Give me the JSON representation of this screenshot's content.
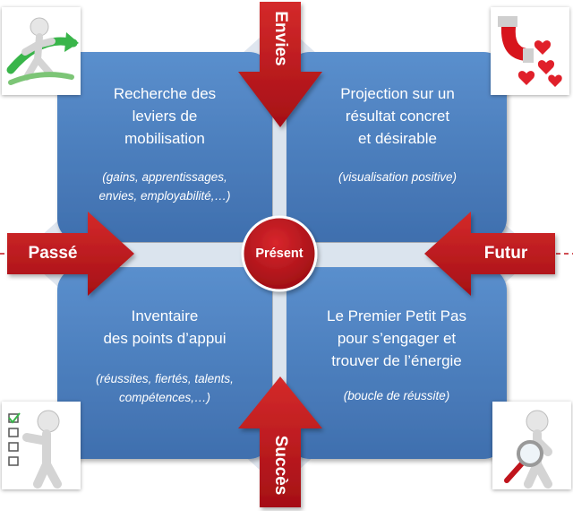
{
  "quadrants": {
    "top_left": {
      "main": "Recherche des\nleviers de\nmobilisation",
      "sub": "(gains, apprentissages,\nenvies, employabilité,…)"
    },
    "top_right": {
      "main": "Projection sur un\nrésultat concret\net désirable",
      "sub": "(visualisation positive)"
    },
    "bottom_left": {
      "main": "Inventaire\ndes points d’appui",
      "sub": "(réussites, fiertés, talents,\ncompétences,…)"
    },
    "bottom_right": {
      "main": "Le Premier Petit Pas\npour s’engager et\ntrouver de l’énergie",
      "sub": "(boucle de réussite)"
    }
  },
  "arrows": {
    "top": "Envies",
    "left": "Passé",
    "right": "Futur",
    "bottom": "Succès"
  },
  "center": "Présent",
  "icons": {
    "top_left": "running-figure-icon",
    "top_right": "magnet-hearts-icon",
    "bottom_left": "figure-checklist-icon",
    "bottom_right": "figure-magnifier-icon"
  },
  "colors": {
    "quadrant": "#4a7ebb",
    "arrow": "#c0141c",
    "cross": "#dbe4ee"
  }
}
